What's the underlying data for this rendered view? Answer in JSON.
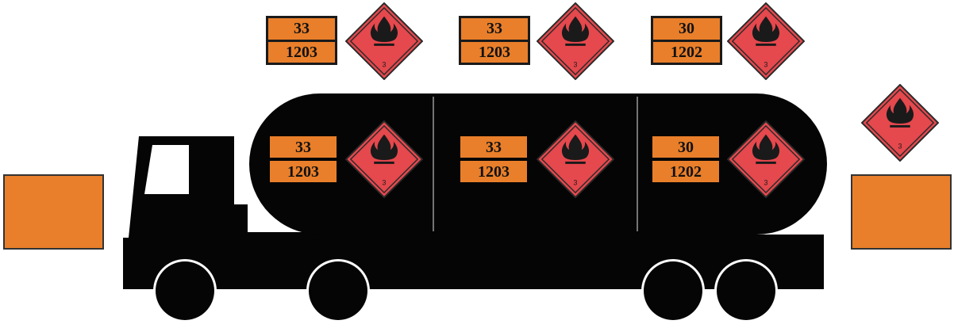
{
  "colors": {
    "plate_orange": "#e97f2a",
    "diamond_red": "#e5484d",
    "truck_black": "#050505"
  },
  "hazard_symbol": {
    "icon": "flame-icon",
    "class_number": "3"
  },
  "top_placards": [
    {
      "hazard_id": "33",
      "un_number": "1203"
    },
    {
      "hazard_id": "33",
      "un_number": "1203"
    },
    {
      "hazard_id": "30",
      "un_number": "1202"
    }
  ],
  "tank_placards": [
    {
      "hazard_id": "33",
      "un_number": "1203"
    },
    {
      "hazard_id": "33",
      "un_number": "1203"
    },
    {
      "hazard_id": "30",
      "un_number": "1202"
    }
  ]
}
